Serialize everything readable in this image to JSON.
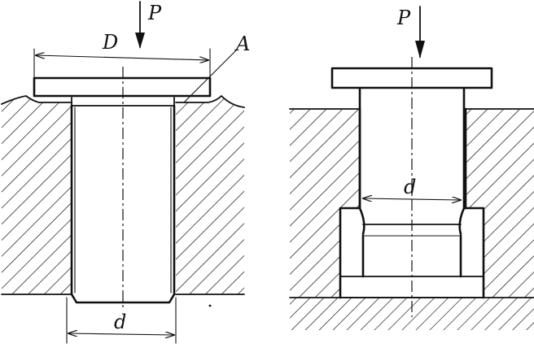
{
  "labels": {
    "left_force": "P",
    "left_head_diameter": "D",
    "left_point": "A",
    "left_bore_diameter": "d",
    "right_force": "P",
    "right_diameter": "d"
  },
  "colors": {
    "ink": "#111111",
    "paper": "#ffffff"
  }
}
